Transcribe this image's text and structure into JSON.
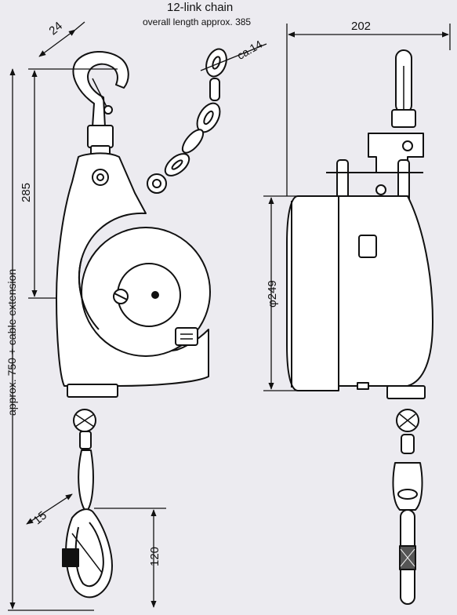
{
  "chain": {
    "title": "12-link chain",
    "subtitle": "overall length approx. 385"
  },
  "dimensions": {
    "hook_width": "24",
    "chain_link": "ca.14",
    "overall_width": "202",
    "body_height": "285",
    "drum_diameter": "φ249",
    "cable_length": "approx. 750 + cable extension",
    "snap_hook_opening": "15",
    "snap_hook_height": "120"
  }
}
